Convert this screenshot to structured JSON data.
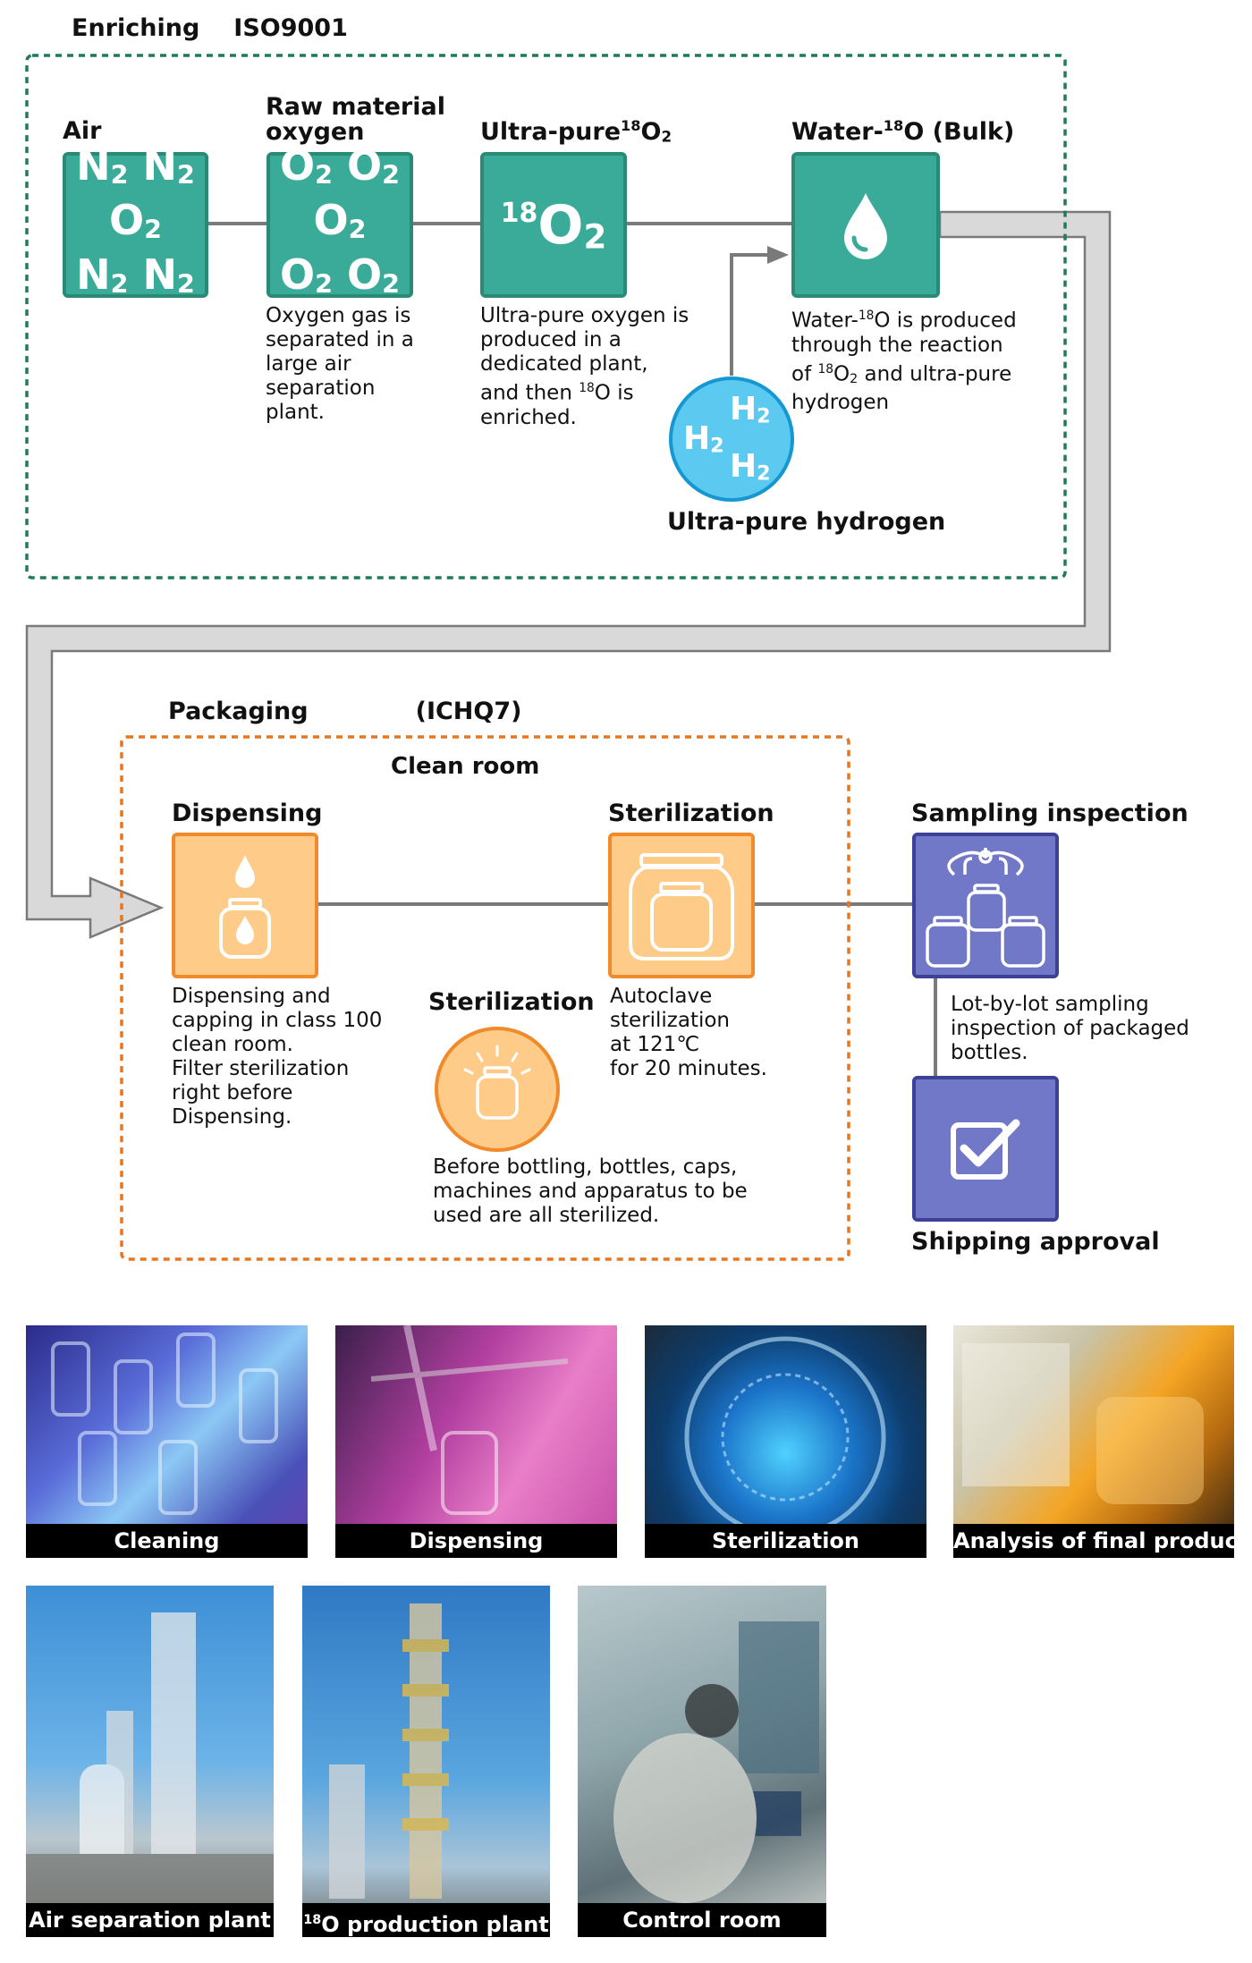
{
  "enriching": {
    "title": "Enriching",
    "standard": "ISO9001",
    "air": {
      "label": "Air"
    },
    "raw": {
      "label_line1": "Raw material",
      "label_line2": "oxygen",
      "desc": [
        "Oxygen gas is",
        "separated in a",
        "large air",
        "separation",
        "plant."
      ]
    },
    "ultra": {
      "label_prefix": "Ultra-pure",
      "label_sup": "18",
      "label_mol": "O",
      "label_sub": "2",
      "desc_lines_1to3": [
        "Ultra-pure oxygen is",
        "produced in a",
        "dedicated plant,"
      ],
      "desc4_pre": "and then ",
      "desc4_sup": "18",
      "desc4_post": "O is",
      "desc5": "enriched."
    },
    "water": {
      "label_pre": "Water-",
      "label_sup": "18",
      "label_post": "O (Bulk)",
      "desc1_pre": "Water-",
      "desc1_sup": "18",
      "desc1_post": "O is produced",
      "desc2": "through the reaction",
      "desc3_pre": "of ",
      "desc3_sup": "18",
      "desc3_mid": "O",
      "desc3_sub": "2",
      "desc3_post": " and ultra-pure",
      "desc4": "hydrogen"
    },
    "hydrogen": {
      "label": "Ultra-pure hydrogen"
    }
  },
  "packaging": {
    "title": "Packaging",
    "standard": "(ICHQ7)",
    "clean_room": "Clean room",
    "dispensing": {
      "label": "Dispensing",
      "desc": [
        "Dispensing and",
        "capping in class 100",
        "clean room.",
        "Filter sterilization",
        "right before",
        "Dispensing."
      ]
    },
    "sterilization_main": {
      "label": "Sterilization",
      "desc": [
        "Autoclave",
        "sterilization",
        "at 121℃",
        "for 20 minutes."
      ]
    },
    "sterilization_pre": {
      "label": "Sterilization",
      "desc": [
        "Before bottling, bottles, caps,",
        "machines and apparatus to be",
        "used are all sterilized."
      ]
    },
    "sampling": {
      "label": "Sampling inspection",
      "desc": [
        "Lot-by-lot sampling",
        "inspection of packaged",
        "bottles."
      ]
    },
    "shipping": {
      "label": "Shipping approval"
    }
  },
  "photos_row1": [
    "Cleaning",
    "Dispensing",
    "Sterilization",
    "Analysis of final products"
  ],
  "photos_row2": {
    "air_plant": "Air separation plant",
    "o18_plant_sup": "18",
    "o18_plant_post": "O production plant",
    "control_room": "Control room"
  },
  "colors": {
    "teal": "#3aab99",
    "teal_dark": "#2a8a75",
    "orange": "#f08a2a",
    "orange_fill": "#fecc88",
    "purple": "#7278c8",
    "hydrogen_blue": "#5ccaf0",
    "flow_gray": "#d9d9d9"
  }
}
